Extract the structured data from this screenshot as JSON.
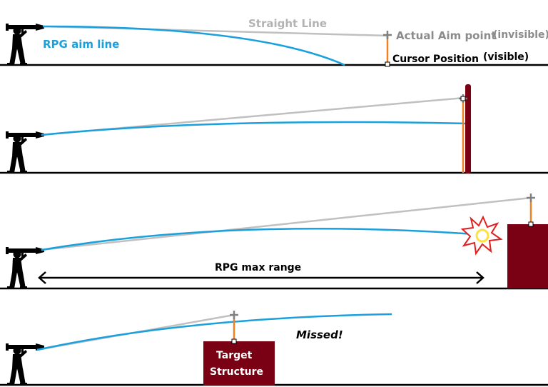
{
  "colors": {
    "ground": "#000000",
    "straight_line": "#c0c0c0",
    "rpg_line": "#1aa0dc",
    "cursor_line": "#f08020",
    "structure": "#7a0013",
    "cross": "#808080",
    "explosion_outline": "#e02020",
    "explosion_fill": "#ffe040"
  },
  "panel1": {
    "straight_line_label": "Straight Line",
    "aim_point_label": "Actual Aim point",
    "aim_point_note": "(invisible)",
    "cursor_label": "Cursor Position",
    "cursor_note": "(visible)",
    "rpg_label": "RPG aim line"
  },
  "panel3": {
    "range_label": "RPG max range"
  },
  "panel4": {
    "missed_label": "Missed!",
    "target_line1": "Target",
    "target_line2": "Structure"
  }
}
